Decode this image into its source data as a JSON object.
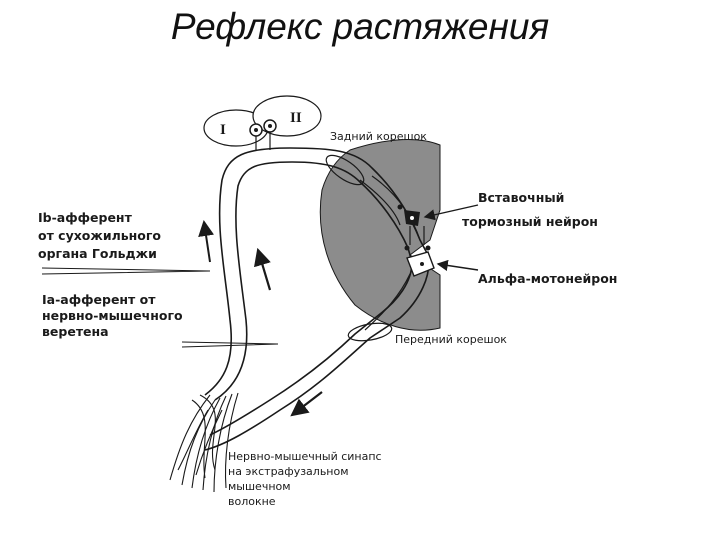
{
  "title": "Рефлекс растяжения",
  "labels": {
    "dorsal_root": "Задний корешок",
    "interneuron": [
      "Вставочный",
      "тормозный нейрон"
    ],
    "motoneuron": "Альфа-мотонейрон",
    "ventral_root": "Передний корешок",
    "ib_afferent": [
      "Ib-афферент",
      "от сухожильного",
      "органа Гольджи"
    ],
    "ia_afferent": [
      "Ia-афферент от",
      "нервно-мышечного",
      "веретена"
    ],
    "synapse": [
      "Нервно-мышечный синапс",
      "на экстрафузальном",
      "мышечном",
      "волокне"
    ]
  },
  "ganglia": {
    "ganglion_1": "I",
    "ganglion_2": "II"
  },
  "colors": {
    "gray_matter": "#8c8c8c",
    "line": "#1a1a1a"
  }
}
